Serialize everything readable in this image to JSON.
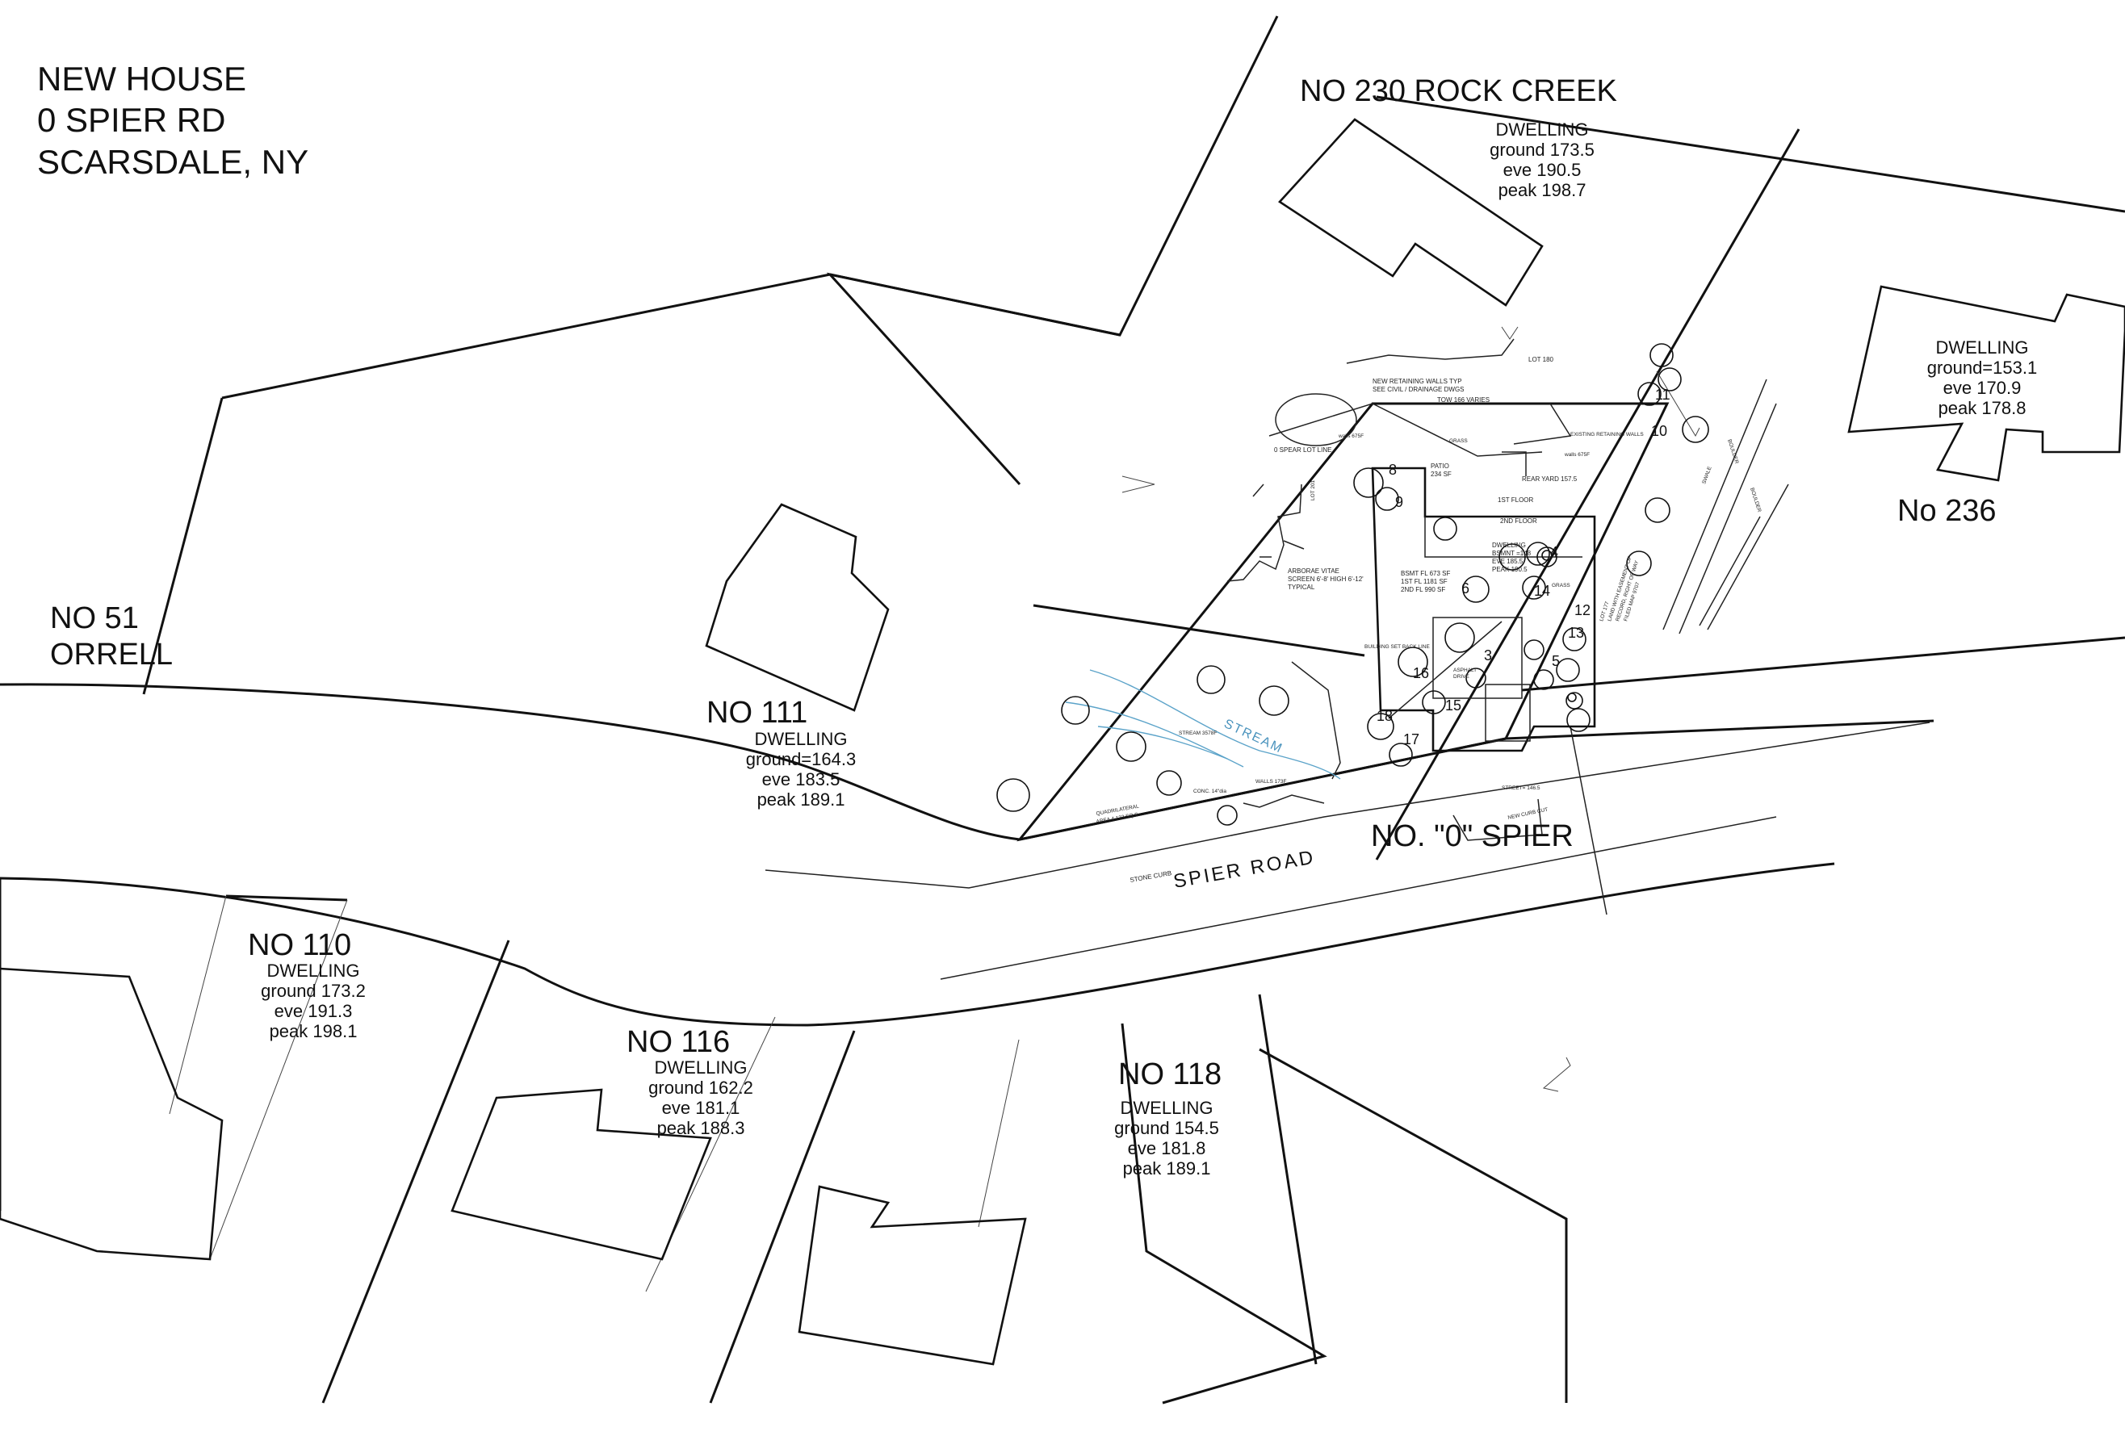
{
  "title": {
    "line1": "NEW HOUSE",
    "line2": "0 SPIER RD",
    "line3": "SCARSDALE, NY"
  },
  "lots": {
    "rock_creek": {
      "label": "NO 230 ROCK CREEK",
      "d1": "DWELLING",
      "d2": "ground 173.5",
      "d3": "eve 190.5",
      "d4": "peak 198.7"
    },
    "no236": {
      "label": "No 236",
      "d1": "DWELLING",
      "d2": "ground=153.1",
      "d3": "eve 170.9",
      "d4": "peak 178.8"
    },
    "no51": {
      "label1": "NO 51",
      "label2": "ORRELL"
    },
    "no111": {
      "label": "NO 111",
      "d1": "DWELLING",
      "d2": "ground=164.3",
      "d3": "eve 183.5",
      "d4": "peak 189.1"
    },
    "no110": {
      "label": "NO 110",
      "d1": "DWELLING",
      "d2": "ground 173.2",
      "d3": "eve 191.3",
      "d4": "peak 198.1"
    },
    "no116": {
      "label": "NO 116",
      "d1": "DWELLING",
      "d2": "ground 162.2",
      "d3": "eve 181.1",
      "d4": "peak 188.3"
    },
    "no118": {
      "label": "NO 118",
      "d1": "DWELLING",
      "d2": "ground 154.5",
      "d3": "eve 181.8",
      "d4": "peak 189.1"
    },
    "subject": {
      "label": "NO. \"0\" SPIER"
    }
  },
  "road": {
    "label": "SPIER    ROAD",
    "curb": "STONE CURB"
  },
  "stream_label": "STREAM",
  "site_notes": {
    "retaining1": "NEW RETAINING WALLS TYP",
    "retaining2": "SEE CIVIL / DRAINAGE DWGS",
    "tow": "TOW 166 VARIES",
    "lot180": "LOT 180",
    "lot_line": "0 SPEAR LOT LINE",
    "walls1": "walls 675F",
    "walls2": "walls 675F",
    "grass1": "GRASS",
    "existing_walls": "EXISTING RETAINING WALLS",
    "patio1": "PATIO",
    "patio2": "234 SF",
    "rear_yard": "REAR YARD 157.5",
    "first_floor": "1ST FLOOR",
    "second_floor": "2ND FLOOR",
    "lot201": "LOT 201",
    "arbor1": "ARBORAE VITAE",
    "arbor2": "SCREEN 6'-8' HIGH 6'-12'",
    "arbor3": "TYPICAL",
    "dwelling1": "DWELLING",
    "dwelling2": "BSMNT =148",
    "dwelling3": "EVE 185.5",
    "dwelling4": "PEAK 190.5",
    "bsmt": "BSMT FL 673 SF",
    "fl1": "1ST FL   1181 SF",
    "fl2": "2ND FL    990 SF",
    "grass2": "GRASS",
    "building_setback": "BUILDING SET BACK LINE",
    "asphalt1": "ASPHALT",
    "asphalt2": "DRIVE",
    "stream_sf": "STREAM 3578F",
    "walls_bottom": "WALLS 173F",
    "quad1": "QUADRILATERAL",
    "quad2": "AREA 4,123 SQ.S",
    "street": "STREET= 146.5",
    "curb_cut": "NEW CURB CUT",
    "conc": "CONC. 14\"dia",
    "easement1": "LOT 177",
    "easement2": "LAND WITH EASEMENT OF",
    "easement3": "RECORD, RIGHT OF WAY",
    "easement4": "FILED MAP 9707",
    "boulder1": "BOULDER",
    "boulder2": "BOULDER",
    "swale": "SWALE"
  },
  "tree_numbers": [
    "8",
    "9",
    "10",
    "11",
    "12",
    "13",
    "14",
    "6",
    "4",
    "3",
    "16",
    "15",
    "17",
    "18",
    "5"
  ]
}
